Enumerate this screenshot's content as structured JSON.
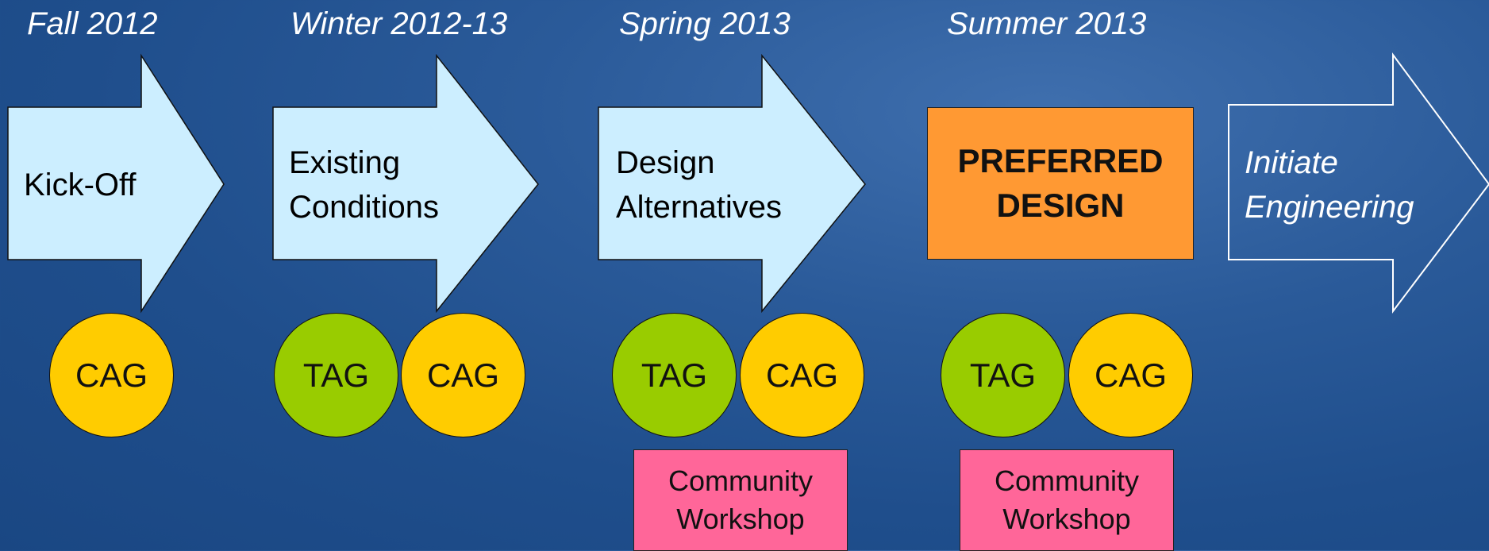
{
  "periods": [
    "Fall 2012",
    "Winter 2012-13",
    "Spring 2013",
    "Summer 2013"
  ],
  "stages": {
    "kickoff": "Kick-Off",
    "existing": "Existing\nConditions",
    "alternatives": "Design\nAlternatives",
    "preferred": "PREFERRED\nDESIGN",
    "initiate": "Initiate\nEngineering"
  },
  "groups": {
    "cag": "CAG",
    "tag": "TAG"
  },
  "workshop": "Community\nWorkshop",
  "colors": {
    "arrow_fill": "#cceeff",
    "cag": "#ffcc00",
    "tag": "#99cc00",
    "workshop": "#ff6699",
    "preferred": "#ff9933"
  }
}
